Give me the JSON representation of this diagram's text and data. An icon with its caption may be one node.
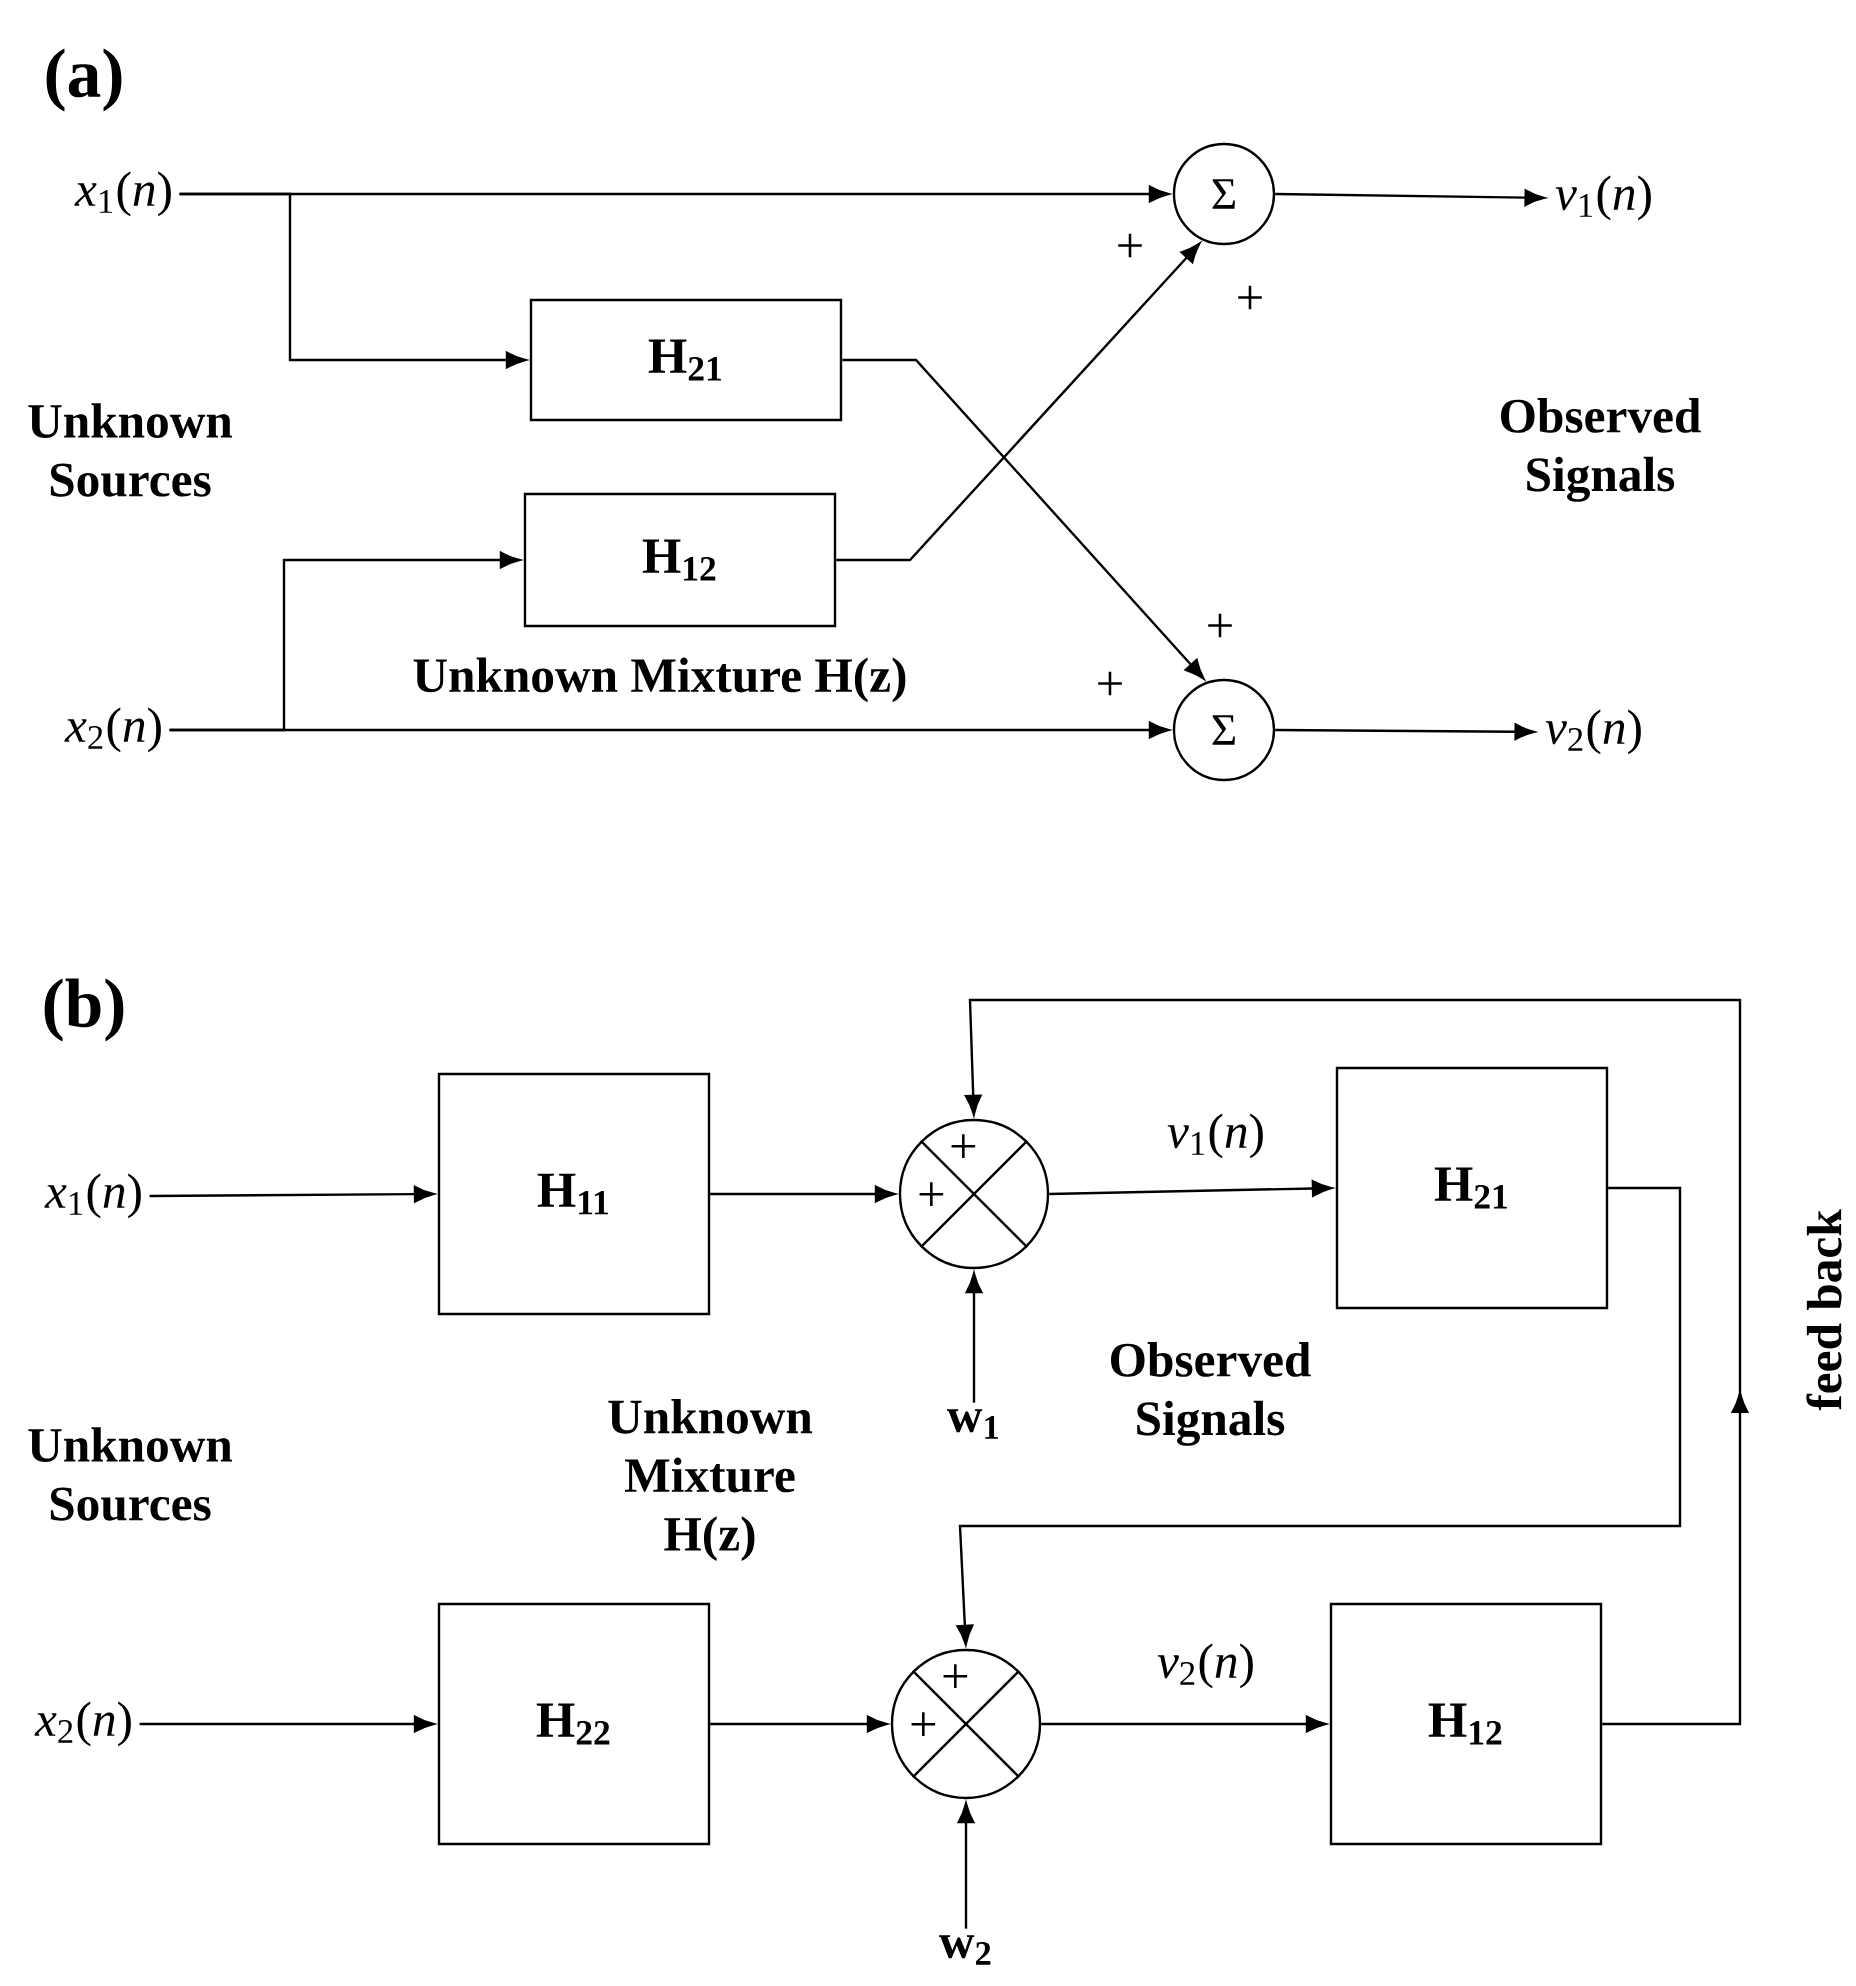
{
  "diagram": {
    "nodes": [
      {
        "text": [
          "*x*$_{1}$(*n*)"
        ]
      },
      {
        "text": [
          "H$_{21}$"
        ]
      },
      {
        "text": [
          "H$_{12}$"
        ]
      },
      {
        "text": [
          "*x*$_{2}$(*n*)"
        ]
      },
      {
        "text": [
          "Σ"
        ]
      },
      {
        "text": [
          "Σ"
        ]
      },
      {
        "text": [
          "*v*$_{1}$(*n*)"
        ]
      },
      {
        "text": [
          "*v*$_{2}$(*n*)"
        ]
      },
      {
        "text": [
          "*x*$_{1}$(*n*)"
        ]
      },
      {
        "text": [
          "H$_{11}$"
        ]
      },
      {
        "text": [
          "+",
          "+"
        ]
      },
      {
        "text": [
          "H$_{21}$"
        ]
      },
      {
        "text": [
          "w$_{1}$"
        ]
      },
      {
        "text": [
          "*x*$_{2}$(*n*)"
        ]
      },
      {
        "text": [
          "H$_{22}$"
        ]
      },
      {
        "text": [
          "+",
          "+"
        ]
      },
      {
        "text": [
          "H$_{12}$"
        ]
      },
      {
        "text": [
          "w$_{2}$"
        ]
      }
    ],
    "edges": [
      {
        "from": 0,
        "to": 4,
        "arrow": "to"
      },
      {
        "from": 0,
        "to": 1,
        "arrow": "to"
      },
      {
        "from": 3,
        "to": 2,
        "arrow": "to"
      },
      {
        "from": 3,
        "to": 5,
        "arrow": "to"
      },
      {
        "from": 1,
        "to": 5,
        "arrow": "to"
      },
      {
        "from": 2,
        "to": 4,
        "arrow": "to"
      },
      {
        "from": 4,
        "to": 6,
        "arrow": "to"
      },
      {
        "from": 5,
        "to": 7,
        "arrow": "to"
      },
      {
        "from": 8,
        "to": 9,
        "arrow": "to"
      },
      {
        "from": 9,
        "to": 10,
        "arrow": "to"
      },
      {
        "from": 10,
        "to": 11,
        "arrow": "to",
        "label": "*v*$_{1}$(*n*)"
      },
      {
        "from": 12,
        "to": 10,
        "arrow": "to"
      },
      {
        "from": 13,
        "to": 14,
        "arrow": "to"
      },
      {
        "from": 14,
        "to": 15,
        "arrow": "to"
      },
      {
        "from": 15,
        "to": 16,
        "arrow": "to",
        "label": "*v*$_{2}$(*n*)"
      },
      {
        "from": 17,
        "to": 15,
        "arrow": "to"
      },
      {
        "from": 11,
        "to": 15,
        "arrow": "to"
      },
      {
        "from": 16,
        "to": 10,
        "arrow": "to"
      }
    ],
    "labels": [
      "(a)",
      "+",
      "+",
      "Unknown Sources",
      "Observed Signals",
      "+",
      "Unknown Mixture H(z)",
      "+",
      "(b)",
      "feed back",
      "Observed Signals",
      "Unknown Sources",
      "Unknown Mixture H(z)"
    ]
  }
}
